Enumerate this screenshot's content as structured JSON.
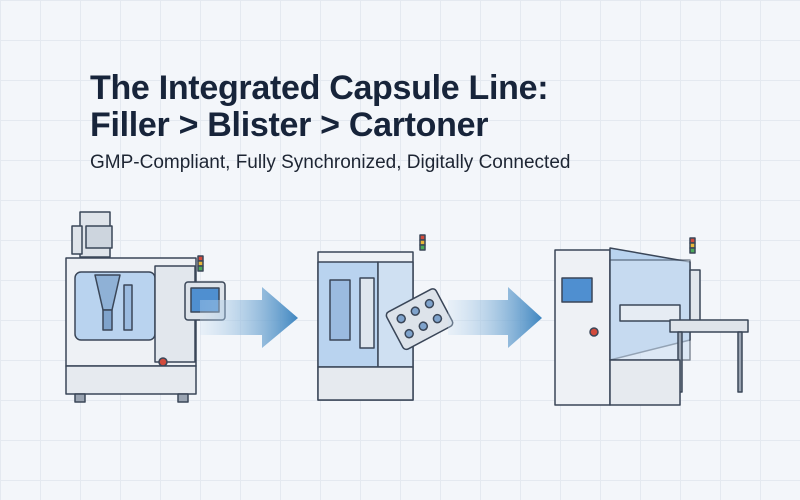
{
  "header": {
    "title_line1": "The Integrated Capsule Line:",
    "title_line2": "Filler > Blister > Cartoner",
    "subtitle": "GMP-Compliant, Fully Synchronized, Digitally Connected"
  },
  "machines": [
    {
      "name": "capsule-filler"
    },
    {
      "name": "blister-machine"
    },
    {
      "name": "cartoner"
    }
  ],
  "colors": {
    "title": "#17243a",
    "arrow": "#4a8fc4",
    "glass": "#b9d3ef",
    "body": "#e9edf2",
    "outline": "#3a4658"
  }
}
